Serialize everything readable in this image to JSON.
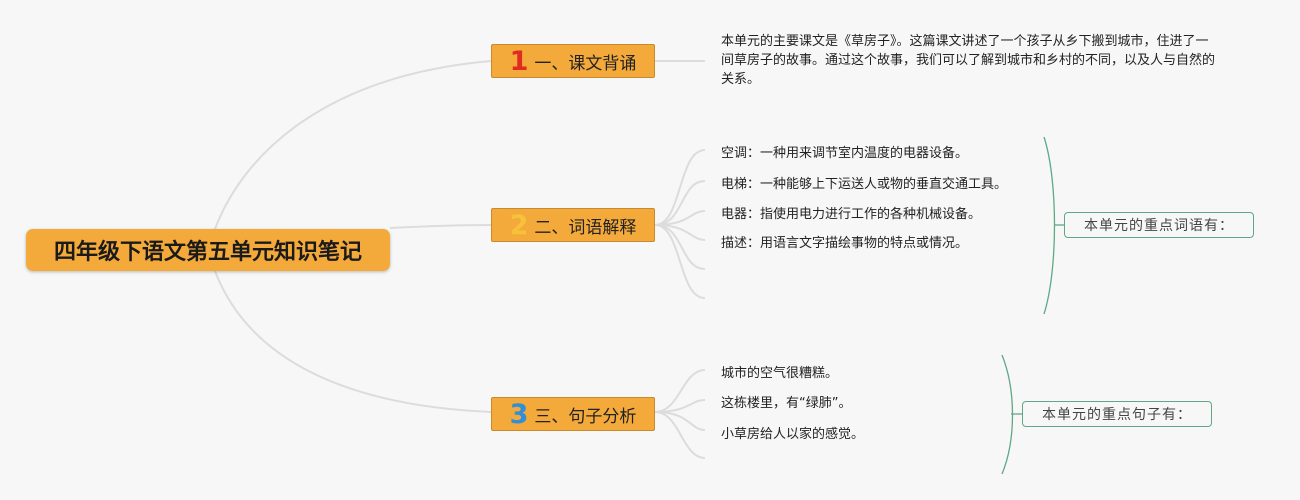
{
  "root": {
    "title": "四年级下语文第五单元知识笔记"
  },
  "branches": [
    {
      "number": "1",
      "number_color": "#e02b20",
      "label": "一、课文背诵"
    },
    {
      "number": "2",
      "number_color": "#f7c23a",
      "label": "二、词语解释"
    },
    {
      "number": "3",
      "number_color": "#2f8fd8",
      "label": "三、句子分析"
    }
  ],
  "recitation": {
    "text": "本单元的主要课文是《草房子》。这篇课文讲述了一个孩子从乡下搬到城市，住进了一间草房子的故事。通过这个故事，我们可以了解到城市和乡村的不同，以及人与自然的关系。"
  },
  "vocabulary": {
    "note": "本单元的重点词语有：",
    "items": [
      "空调：一种用来调节室内温度的电器设备。",
      "电梯：一种能够上下运送人或物的垂直交通工具。",
      "电器：指使用电力进行工作的各种机械设备。",
      "描述：用语言文字描绘事物的特点或情况。"
    ]
  },
  "sentences": {
    "note": "本单元的重点句子有：",
    "items": [
      "城市的空气很糟糕。",
      "这栋楼里，有“绿肺”。",
      "小草房给人以家的感觉。"
    ]
  },
  "colors": {
    "node_fill": "#f4a93b",
    "connector": "#dcdcdc",
    "bracket": "#5fa887",
    "background": "#f7f7f7"
  }
}
